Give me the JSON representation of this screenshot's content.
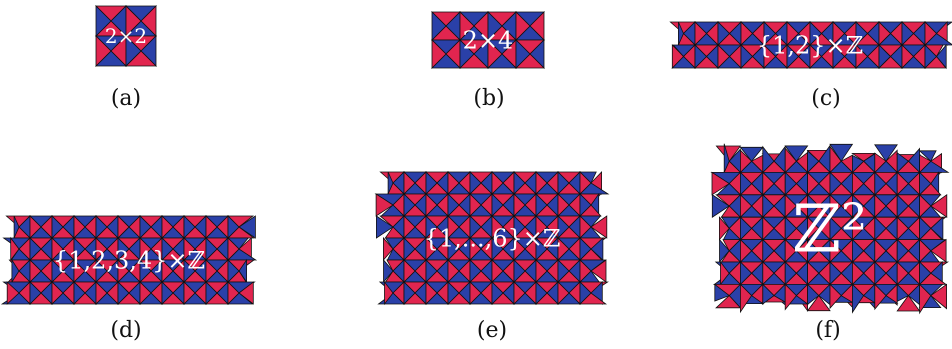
{
  "colors": {
    "red": "#E1254F",
    "blue": "#2A40A8",
    "line": "#111111",
    "text": "#ffffff"
  },
  "panels": [
    {
      "id": "a",
      "label": "(a)",
      "text": "2×2",
      "rough": false
    },
    {
      "id": "b",
      "label": "(b)",
      "text": "2×4",
      "rough": false
    },
    {
      "id": "c",
      "label": "(c)",
      "text": "{1,2}×ℤ",
      "rough": true
    },
    {
      "id": "d",
      "label": "(d)",
      "text": "{1,2,3,4}×ℤ",
      "rough": true
    },
    {
      "id": "e",
      "label": "(e)",
      "text": "{1,...,6}×ℤ",
      "rough": true
    },
    {
      "id": "f",
      "label": "(f)",
      "text": "ℤ²",
      "rough": true
    }
  ]
}
